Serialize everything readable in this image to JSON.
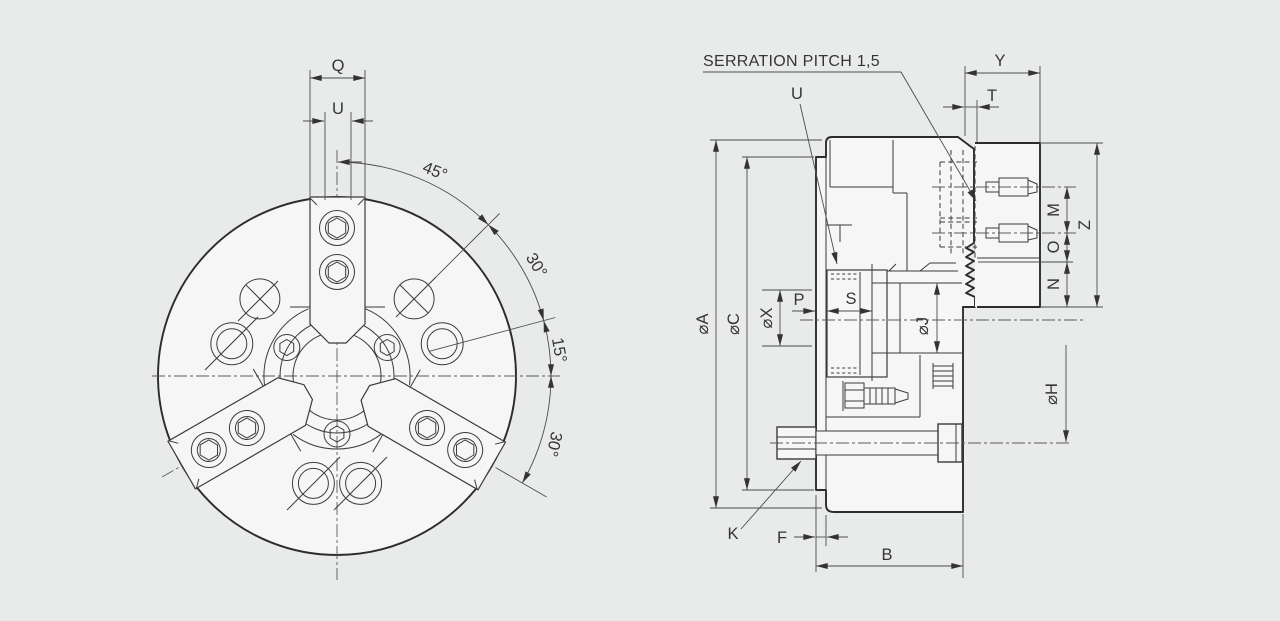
{
  "colors": {
    "background": "#e9eaea",
    "line": "#2c2c2c",
    "part_fill": "#f6f6f6"
  },
  "note": {
    "serration": "SERRATION PITCH 1,5"
  },
  "front_view": {
    "labels": {
      "q": "Q",
      "u": "U",
      "angle_45": "45°",
      "angle_30_upper": "30°",
      "angle_15": "15°",
      "angle_30_lower": "30°"
    }
  },
  "side_view": {
    "labels": {
      "u": "U",
      "y": "Y",
      "t": "T",
      "m": "M",
      "o": "O",
      "n": "N",
      "z": "Z",
      "phi_a": "⌀A",
      "phi_c": "⌀C",
      "phi_x": "⌀X",
      "p": "P",
      "s": "S",
      "phi_j": "⌀J",
      "phi_h": "⌀H",
      "k": "K",
      "f": "F",
      "b": "B"
    }
  }
}
